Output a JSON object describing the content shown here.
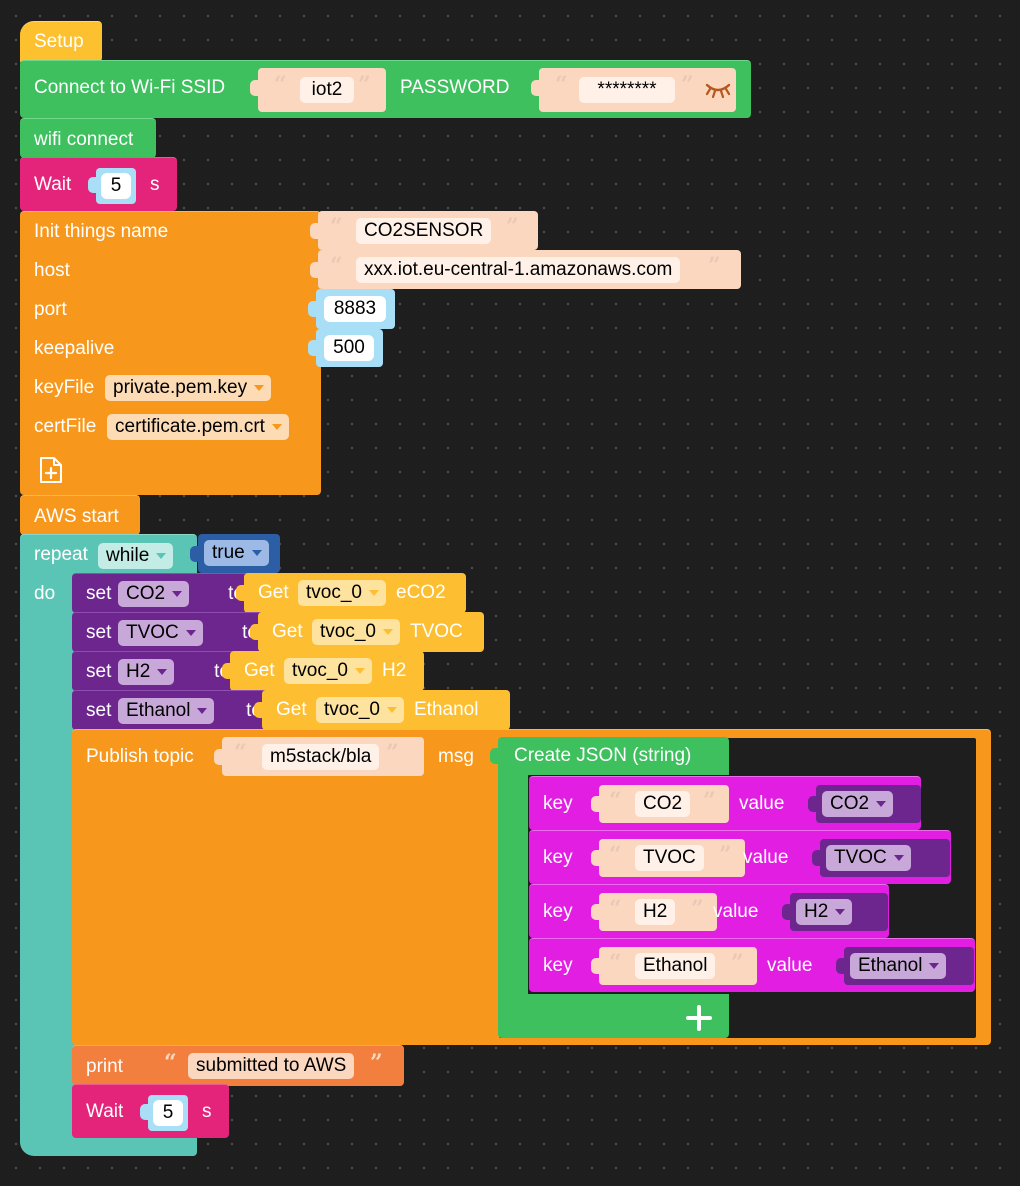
{
  "setup": {
    "label": "Setup"
  },
  "wifi_block": {
    "label": "Connect to Wi-Fi SSID",
    "ssid": "iot2",
    "password_label": "PASSWORD",
    "password": "********"
  },
  "wifi_connect": {
    "label": "wifi connect"
  },
  "wait1": {
    "label": "Wait",
    "value": "5",
    "unit": "s"
  },
  "init": {
    "name_label": "Init things name",
    "name": "CO2SENSOR",
    "host_label": "host",
    "host": "xxx.iot.eu-central-1.amazonaws.com",
    "port_label": "port",
    "port": "8883",
    "keepalive_label": "keepalive",
    "keepalive": "500",
    "keyfile_label": "keyFile",
    "keyfile": "private.pem.key",
    "certfile_label": "certFile",
    "certfile": "certificate.pem.crt"
  },
  "aws_start": {
    "label": "AWS start"
  },
  "repeat": {
    "label": "repeat",
    "mode": "while",
    "condition": "true",
    "do_label": "do"
  },
  "set_blocks": [
    {
      "set_label": "set",
      "var": "CO2",
      "to_label": "to",
      "get_label": "Get",
      "sensor": "tvoc_0",
      "reading": "eCO2"
    },
    {
      "set_label": "set",
      "var": "TVOC",
      "to_label": "to",
      "get_label": "Get",
      "sensor": "tvoc_0",
      "reading": "TVOC"
    },
    {
      "set_label": "set",
      "var": "H2",
      "to_label": "to",
      "get_label": "Get",
      "sensor": "tvoc_0",
      "reading": "H2"
    },
    {
      "set_label": "set",
      "var": "Ethanol",
      "to_label": "to",
      "get_label": "Get",
      "sensor": "tvoc_0",
      "reading": "Ethanol"
    }
  ],
  "publish": {
    "label": "Publish topic",
    "topic": "m5stack/bla",
    "msg_label": "msg",
    "json_label": "Create JSON (string)"
  },
  "json_pairs": [
    {
      "key_label": "key",
      "key": "CO2",
      "value_label": "value",
      "value": "CO2"
    },
    {
      "key_label": "key",
      "key": "TVOC",
      "value_label": "value",
      "value": "TVOC"
    },
    {
      "key_label": "key",
      "key": "H2",
      "value_label": "value",
      "value": "H2"
    },
    {
      "key_label": "key",
      "key": "Ethanol",
      "value_label": "value",
      "value": "Ethanol"
    }
  ],
  "print": {
    "label": "print",
    "text": "submitted to AWS"
  },
  "wait2": {
    "label": "Wait",
    "value": "5",
    "unit": "s"
  },
  "icons": {
    "add_input": "file-plus-icon",
    "show_password": "closed-eye-icon",
    "add_pair": "plus-icon",
    "dropdown": "triangle-down-icon"
  },
  "colors": {
    "setup": "#fdc02f",
    "wifi": "#3ec05e",
    "wait": "#e5225e",
    "aws": "#f7981d",
    "loop": "#5bc5b5",
    "bool": "#2c5ea6",
    "variable": "#6c268d",
    "sensor": "#fdbf31",
    "json_key": "#e31ee3",
    "print": "#f27f3e",
    "string": "#fcd7c0",
    "number": "#a8dff7"
  }
}
